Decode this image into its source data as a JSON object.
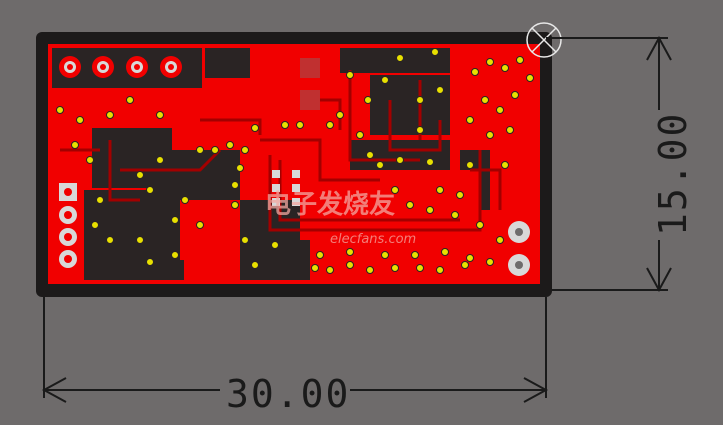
{
  "board": {
    "fill_color": "#f10000",
    "frame_color": "#1c1a1a",
    "copper_dark": "#a30000",
    "pad_color": "#d8d8d8",
    "via_color": "#e8e000"
  },
  "dimensions": {
    "width_label": "30.00",
    "height_label": "15.00",
    "line_color": "#1a1a1a"
  },
  "watermark": {
    "text": "电子发烧友",
    "subtext": "elecfans.com",
    "color": "#f3a7a0"
  },
  "origin_marker": {
    "icon": "crosshair-circle-icon"
  }
}
